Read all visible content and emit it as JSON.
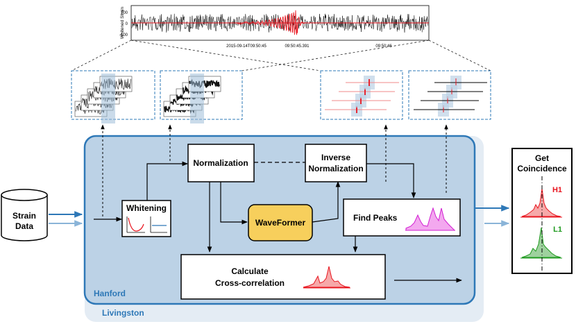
{
  "plot": {
    "ylabel": "Whitened Strain",
    "yticks": [
      "100",
      "0",
      "-100"
    ],
    "xticks": [
      "2015-09-14T09:50:45",
      "09:50:45.391",
      "09:50:46"
    ]
  },
  "input": {
    "line1": "Strain",
    "line2": "Data"
  },
  "blocks": {
    "whitening": "Whitening",
    "normalization": "Normalization",
    "inverse_line1": "Inverse",
    "inverse_line2": "Normalization",
    "waveformer": "WaveFormer",
    "find_peaks": "Find Peaks",
    "xcorr_line1": "Calculate",
    "xcorr_line2": "Cross-correlation"
  },
  "detectors": {
    "inner": "Hanford",
    "outer": "Livingston"
  },
  "coincidence": {
    "title_line1": "Get",
    "title_line2": "Coincidence",
    "h1": "H1",
    "l1": "L1"
  },
  "colors": {
    "livingston_fill": "#e4ecf4",
    "hanford_fill": "#bcd2e6",
    "panel_border": "#2e78b7",
    "waveformer_fill": "#f7cf5c",
    "signal_red": "#e8141e",
    "peaks_magenta": "#d21ed2",
    "l1_green": "#1e9a1e"
  }
}
